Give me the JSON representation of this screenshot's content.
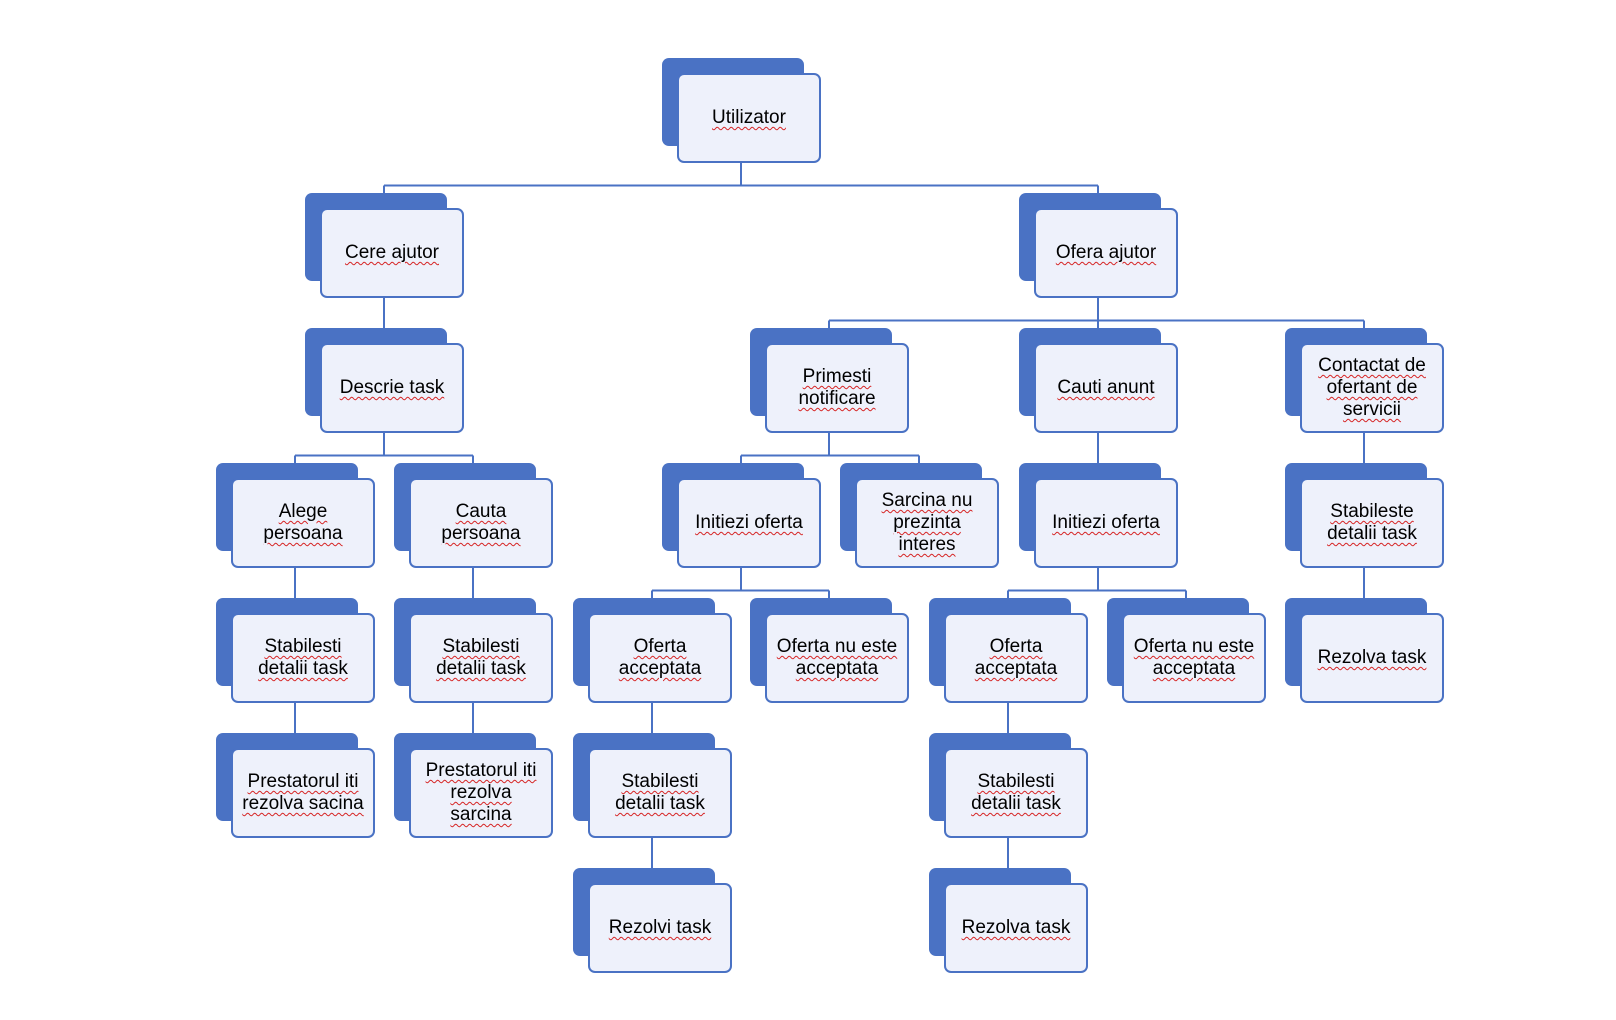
{
  "colors": {
    "box_back": "#4a72c4",
    "box_front": "#eef1fb",
    "connector": "#4a72c4",
    "spellcheck": "#d62424"
  },
  "nodes": {
    "utilizator": "Utilizator",
    "cere_ajutor": "Cere ajutor",
    "ofera_ajutor": "Ofera ajutor",
    "descrie_task": "Descrie task",
    "alege_persoana": "Alege\npersoana",
    "cauta_persoana": "Cauta\npersoana",
    "stabilesti_detalii_1": "Stabilesti\ndetalii task",
    "stabilesti_detalii_2": "Stabilesti\ndetalii task",
    "prestatorul_1": "Prestatorul iti\nrezolva sacina",
    "prestatorul_2": "Prestatorul iti\nrezolva\nsarcina",
    "primesti_notificare": "Primesti\nnotificare",
    "cauti_anunt": "Cauti anunt",
    "contactat": "Contactat de\nofertant de\nservicii",
    "initiezi_oferta_1": "Initiezi oferta",
    "sarcina_nu": "Sarcina nu\nprezinta\ninteres",
    "initiezi_oferta_2": "Initiezi oferta",
    "stabileste_detalii": "Stabileste\ndetalii task",
    "oferta_acceptata_1": "Oferta\nacceptata",
    "oferta_nu_1": "Oferta nu este\nacceptata",
    "oferta_acceptata_2": "Oferta\nacceptata",
    "oferta_nu_2": "Oferta nu este\nacceptata",
    "rezolva_task_1": "Rezolva task",
    "stabilesti_detalii_3": "Stabilesti\ndetalii task",
    "stabilesti_detalii_4": "Stabilesti\ndetalii task",
    "rezolvi_task": "Rezolvi task",
    "rezolva_task_2": "Rezolva task"
  }
}
